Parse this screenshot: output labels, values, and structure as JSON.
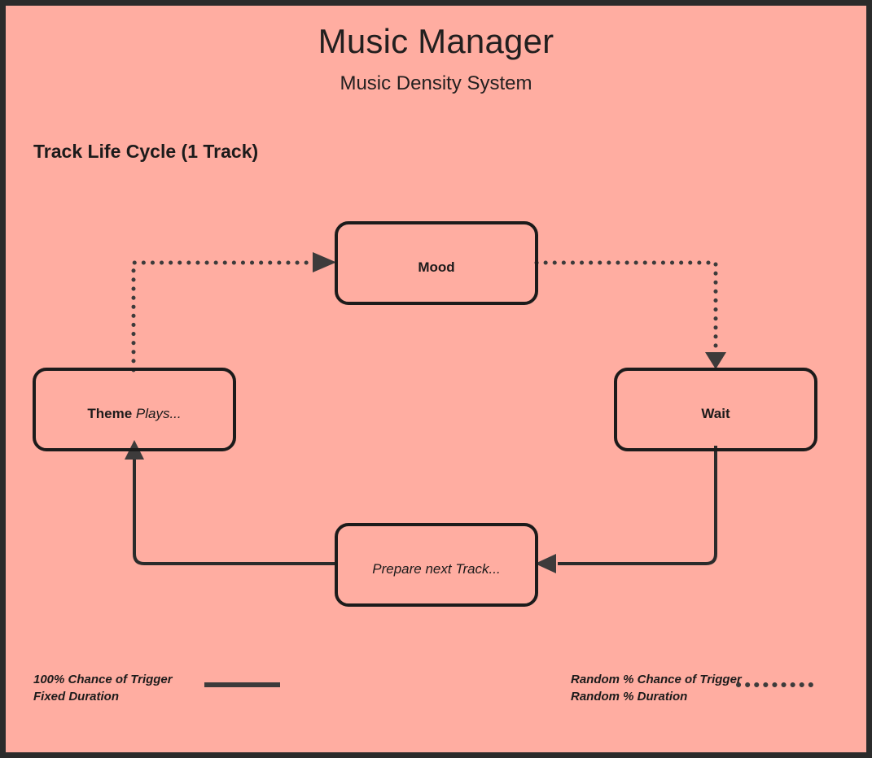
{
  "page": {
    "title": "Music Manager",
    "subtitle": "Music Density System",
    "background_color": "#ffada1",
    "ink_color": "#2b2b2b"
  },
  "section": {
    "title": "Track Life Cycle (1 Track)"
  },
  "diagram": {
    "type": "state-cycle-flowchart",
    "nodes": [
      {
        "id": "mood",
        "label_bold": "Mood",
        "label_italic": ""
      },
      {
        "id": "wait",
        "label_bold": "Wait",
        "label_italic": ""
      },
      {
        "id": "theme",
        "label_bold": "Theme",
        "label_italic": "Plays..."
      },
      {
        "id": "prepare",
        "label_bold": "",
        "label_italic": "Prepare next Track..."
      }
    ],
    "edges": [
      {
        "from": "theme",
        "to": "mood",
        "style": "dotted"
      },
      {
        "from": "mood",
        "to": "wait",
        "style": "dotted"
      },
      {
        "from": "wait",
        "to": "prepare",
        "style": "solid"
      },
      {
        "from": "prepare",
        "to": "theme",
        "style": "solid"
      }
    ]
  },
  "legend": {
    "left": {
      "line_style": "solid",
      "line_1": "100% Chance of Trigger",
      "line_2": "Fixed Duration"
    },
    "right": {
      "line_style": "dotted",
      "line_1": "Random % Chance of Trigger",
      "line_2": "Random % Duration"
    }
  }
}
